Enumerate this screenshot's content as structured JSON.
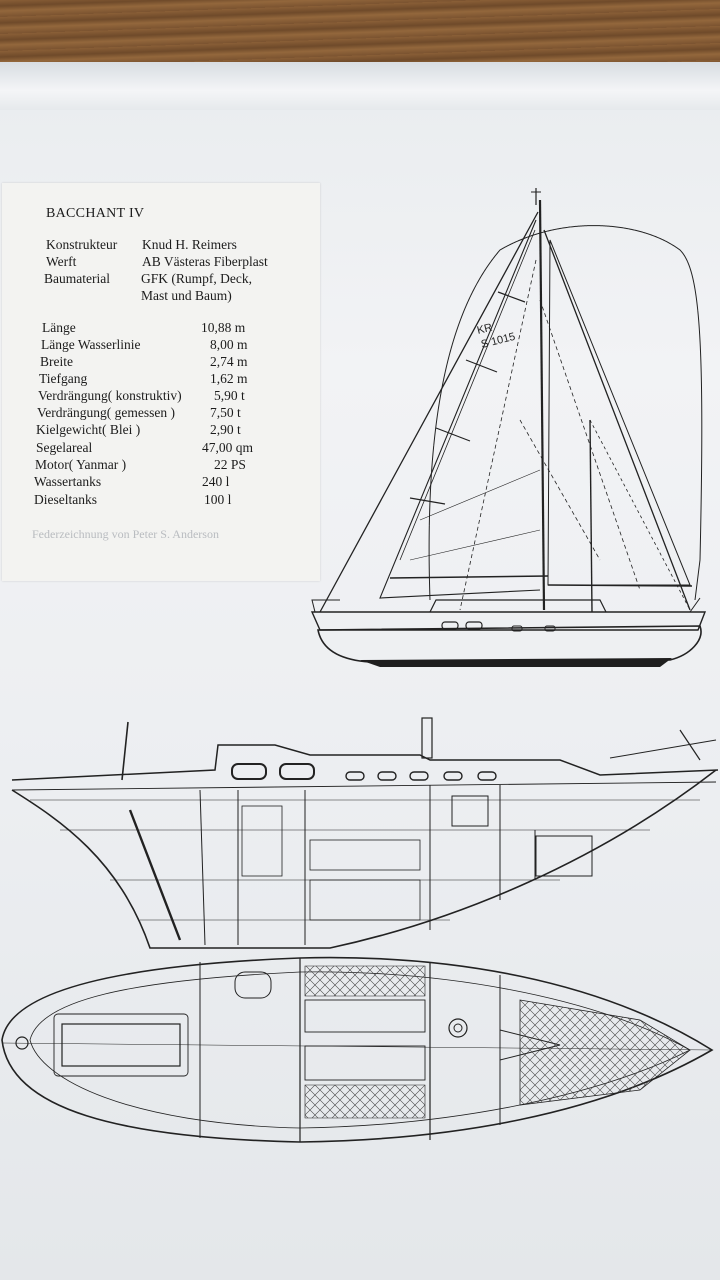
{
  "title": "BACCHANT IV",
  "meta": [
    {
      "label": "Konstrukteur",
      "value": [
        "Knud H. Reimers"
      ]
    },
    {
      "label": "Werft",
      "value": [
        "AB Västeras Fiberplast"
      ]
    },
    {
      "label": "Baumaterial",
      "value": [
        "GFK (Rumpf, Deck,",
        "Mast und Baum)"
      ]
    }
  ],
  "specs": [
    {
      "label": "Länge",
      "value": "10,88 m"
    },
    {
      "label": "Länge Wasserlinie",
      "value": "8,00 m"
    },
    {
      "label": "Breite",
      "value": "2,74 m"
    },
    {
      "label": "Tiefgang",
      "value": "1,62 m"
    },
    {
      "label": "Verdrängung( konstruktiv)",
      "value": "5,90 t"
    },
    {
      "label": "Verdrängung( gemessen )",
      "value": "7,50 t"
    },
    {
      "label": "Kielgewicht( Blei )",
      "value": "2,90 t"
    },
    {
      "label": "Segelareal",
      "value": "47,00 qm"
    },
    {
      "label": "Motor( Yanmar )",
      "value": "22 PS"
    },
    {
      "label": "Wassertanks",
      "value": "240 l"
    },
    {
      "label": "Dieseltanks",
      "value": "100 l"
    }
  ],
  "credit": "Federzeichnung von Peter S. Anderson",
  "sail_number": [
    "KR",
    "S 1015"
  ],
  "colors": {
    "ink": "#222222",
    "paper": "#eef0f2",
    "wood": "#7a5532"
  }
}
